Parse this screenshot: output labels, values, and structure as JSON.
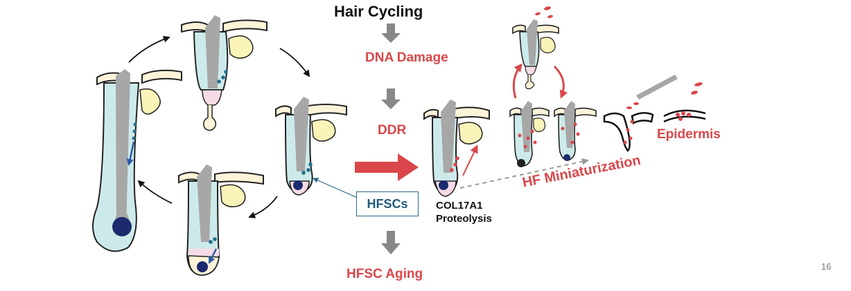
{
  "diagram": {
    "title": "Hair Cycling",
    "step_dna_damage": "DNA Damage",
    "step_ddr": "DDR",
    "step_hfsc_aging": "HFSC Aging",
    "label_hfscs": "HFSCs",
    "label_col17a1": "COL17A1 Proteolysis",
    "label_hf_miniaturization": "HF Miniaturization",
    "label_epidermis": "Epidermis"
  },
  "page_number": "16",
  "colors": {
    "red": "#d9474a",
    "teal_fill": "#cdeaea",
    "cream_fill": "#fdf3d8",
    "yellow_fill": "#fbf4b8",
    "pink_fill": "#f6dbe6",
    "gray_hair": "#a7a7a7",
    "navy_papilla": "#1c2a6e",
    "stem_dot": "#1f6f8b",
    "box_border": "#2b6a86"
  }
}
